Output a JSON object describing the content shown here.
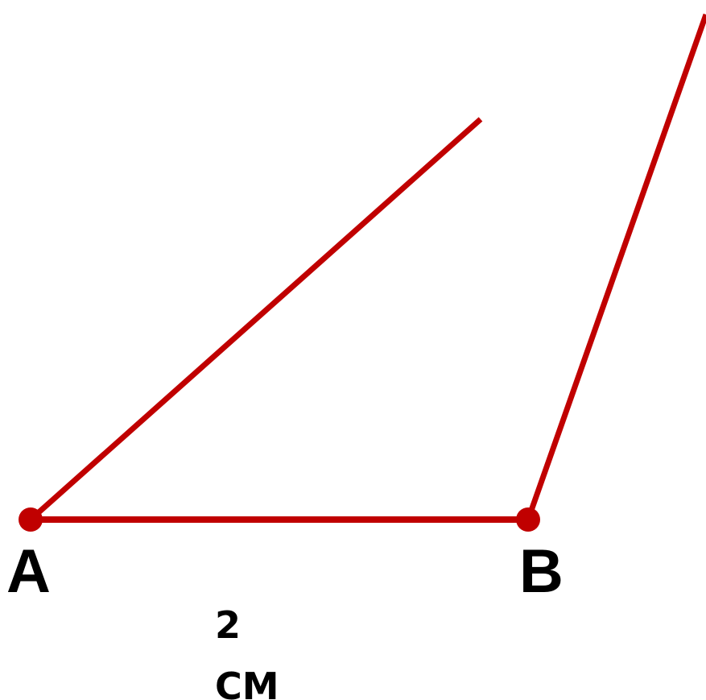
{
  "diagram": {
    "colors": {
      "line": "#c00000",
      "point": "#c00000",
      "text": "#000000",
      "background": "#ffffff"
    },
    "points": [
      {
        "id": "A",
        "label": "A"
      },
      {
        "id": "B",
        "label": "B"
      }
    ],
    "segment_length_label": {
      "value": "2",
      "unit": "CM"
    }
  }
}
